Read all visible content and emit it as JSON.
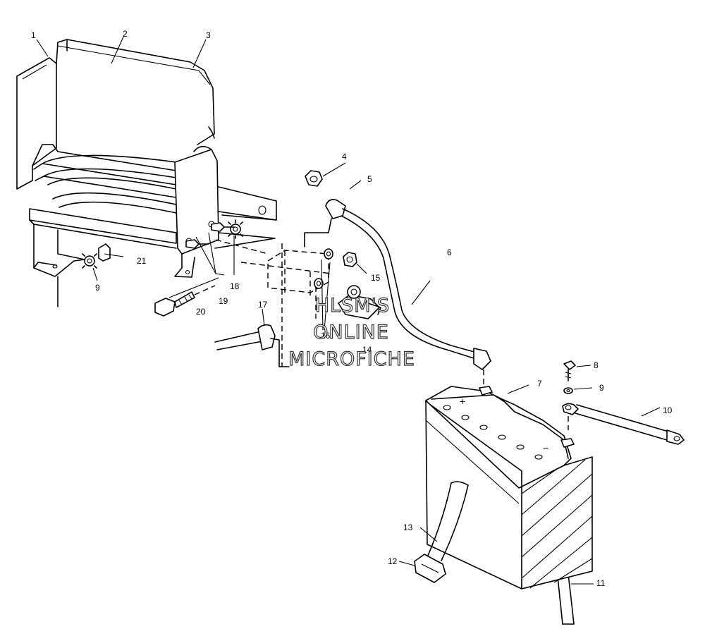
{
  "callouts": {
    "c1": "1",
    "c2": "2",
    "c3": "3",
    "c4": "4",
    "c5": "5",
    "c6": "6",
    "c7": "7",
    "c8": "8",
    "c9a": "9",
    "c9b": "9",
    "c10": "10",
    "c11": "11",
    "c12": "12",
    "c13": "13",
    "c14": "14",
    "c15": "15",
    "c16": "16",
    "c17": "17",
    "c18": "18",
    "c19": "19",
    "c20": "20",
    "c21": "21"
  },
  "battery": {
    "plus_mark": "+",
    "minus_mark": "−"
  },
  "watermark": {
    "line1": "HLSM'S",
    "line2": "ONLINE",
    "line3": "MICROFICHE"
  }
}
